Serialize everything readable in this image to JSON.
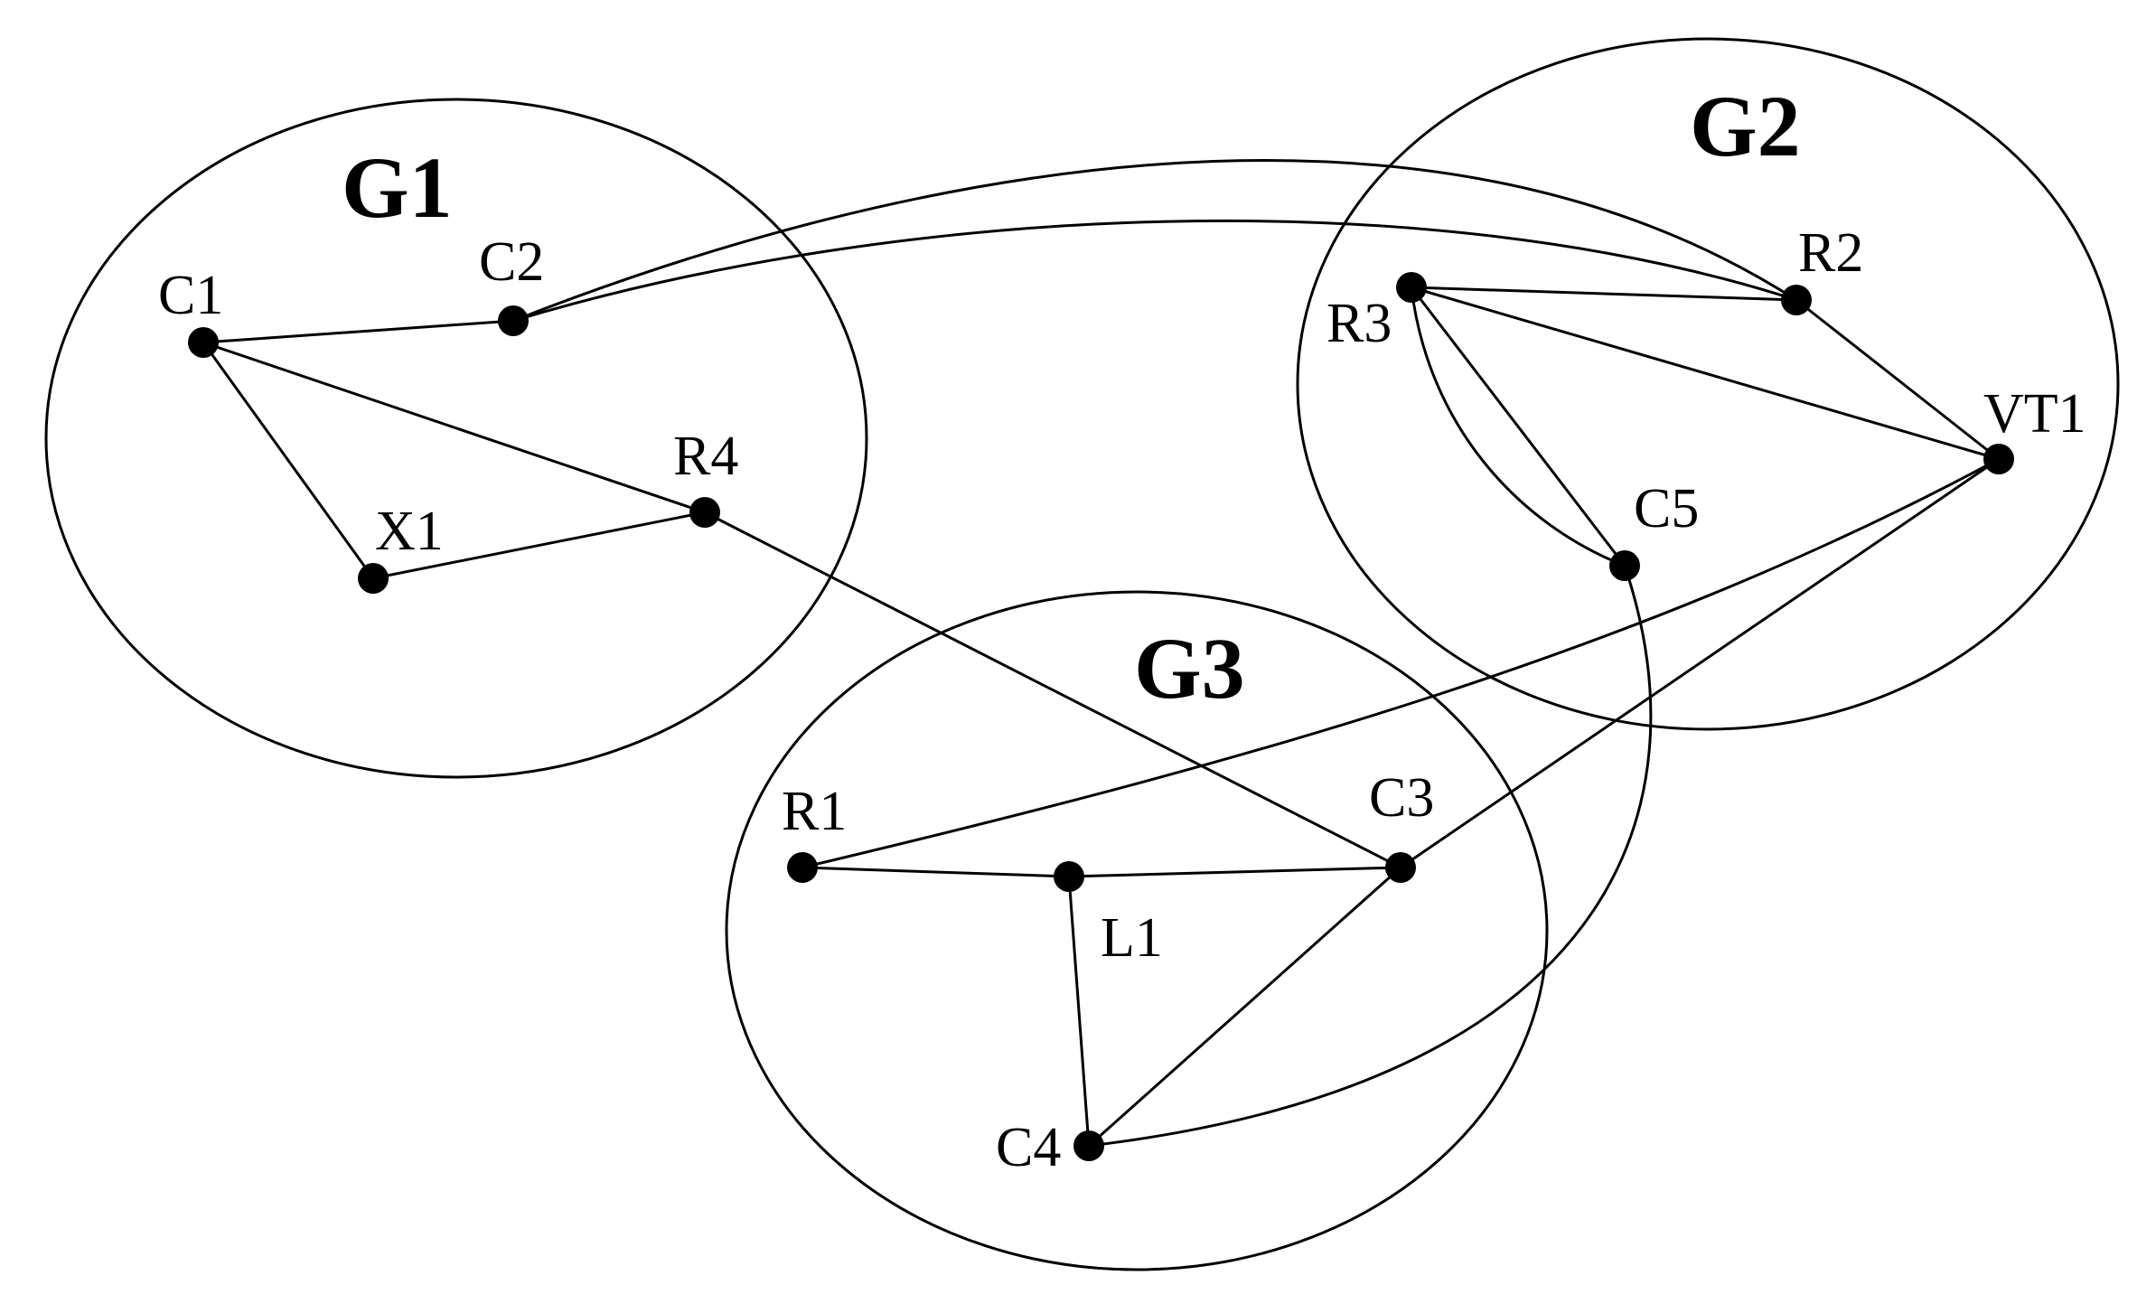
{
  "groups": [
    {
      "id": "G1",
      "label": "G1"
    },
    {
      "id": "G2",
      "label": "G2"
    },
    {
      "id": "G3",
      "label": "G3"
    }
  ],
  "nodes": [
    {
      "id": "C1",
      "label": "C1"
    },
    {
      "id": "C2",
      "label": "C2"
    },
    {
      "id": "X1",
      "label": "X1"
    },
    {
      "id": "R4",
      "label": "R4"
    },
    {
      "id": "R3",
      "label": "R3"
    },
    {
      "id": "R2",
      "label": "R2"
    },
    {
      "id": "VT1",
      "label": "VT1"
    },
    {
      "id": "C5",
      "label": "C5"
    },
    {
      "id": "R1",
      "label": "R1"
    },
    {
      "id": "L1",
      "label": "L1"
    },
    {
      "id": "C3",
      "label": "C3"
    },
    {
      "id": "C4",
      "label": "C4"
    }
  ],
  "edges": [
    {
      "from": "C1",
      "to": "C2"
    },
    {
      "from": "C1",
      "to": "X1"
    },
    {
      "from": "C1",
      "to": "R4"
    },
    {
      "from": "X1",
      "to": "R4"
    },
    {
      "from": "R4",
      "to": "C3"
    },
    {
      "from": "C2",
      "to": "R2"
    },
    {
      "from": "C2",
      "to": "R2"
    },
    {
      "from": "R3",
      "to": "R2"
    },
    {
      "from": "R3",
      "to": "VT1"
    },
    {
      "from": "R3",
      "to": "C5"
    },
    {
      "from": "R3",
      "to": "C5"
    },
    {
      "from": "R2",
      "to": "VT1"
    },
    {
      "from": "VT1",
      "to": "R1"
    },
    {
      "from": "VT1",
      "to": "C3"
    },
    {
      "from": "C5",
      "to": "C4"
    },
    {
      "from": "R1",
      "to": "L1"
    },
    {
      "from": "L1",
      "to": "C3"
    },
    {
      "from": "L1",
      "to": "C4"
    },
    {
      "from": "C3",
      "to": "C4"
    }
  ]
}
